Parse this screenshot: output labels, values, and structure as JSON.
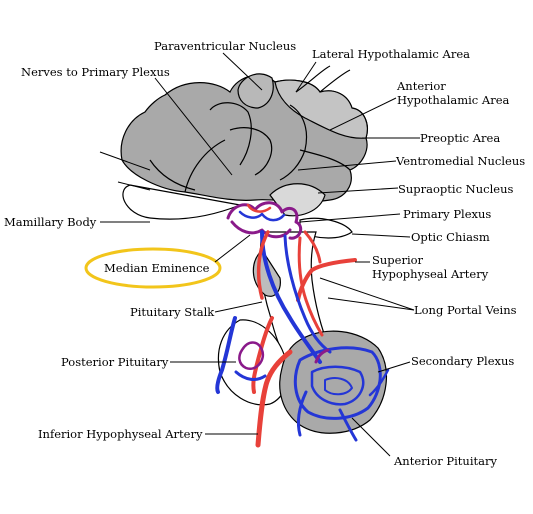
{
  "labels": {
    "paraventricular": "Paraventricular Nucleus",
    "lateral_hypo": "Lateral Hypothalamic Area",
    "nerves_primary": "Nerves to Primary Plexus",
    "anterior_hypo_1": "Anterior",
    "anterior_hypo_2": "Hypothalamic Area",
    "preoptic": "Preoptic Area",
    "ventromedial": "Ventromedial Nucleus",
    "supraoptic": "Supraoptic Nucleus",
    "mamillary": "Mamillary Body",
    "primary_plexus": "Primary Plexus",
    "optic_chiasm": "Optic Chiasm",
    "median_eminence": "Median Eminence",
    "sup_hypo_1": "Superior",
    "sup_hypo_2": "Hypophyseal Artery",
    "pituitary_stalk": "Pituitary Stalk",
    "long_portal": "Long Portal Veins",
    "posterior_pituitary": "Posterior Pituitary",
    "secondary_plexus": "Secondary Plexus",
    "inferior_hypo": "Inferior Hypophyseal Artery",
    "anterior_pituitary": "Anterior Pituitary"
  },
  "colors": {
    "tissue_gray": "#a9a9a9",
    "light_gray": "#c8c8c8",
    "artery_red": "#e8413a",
    "vein_blue": "#2436d6",
    "plexus_purple": "#8a1a8a",
    "highlight_yellow": "#f2c51b"
  }
}
